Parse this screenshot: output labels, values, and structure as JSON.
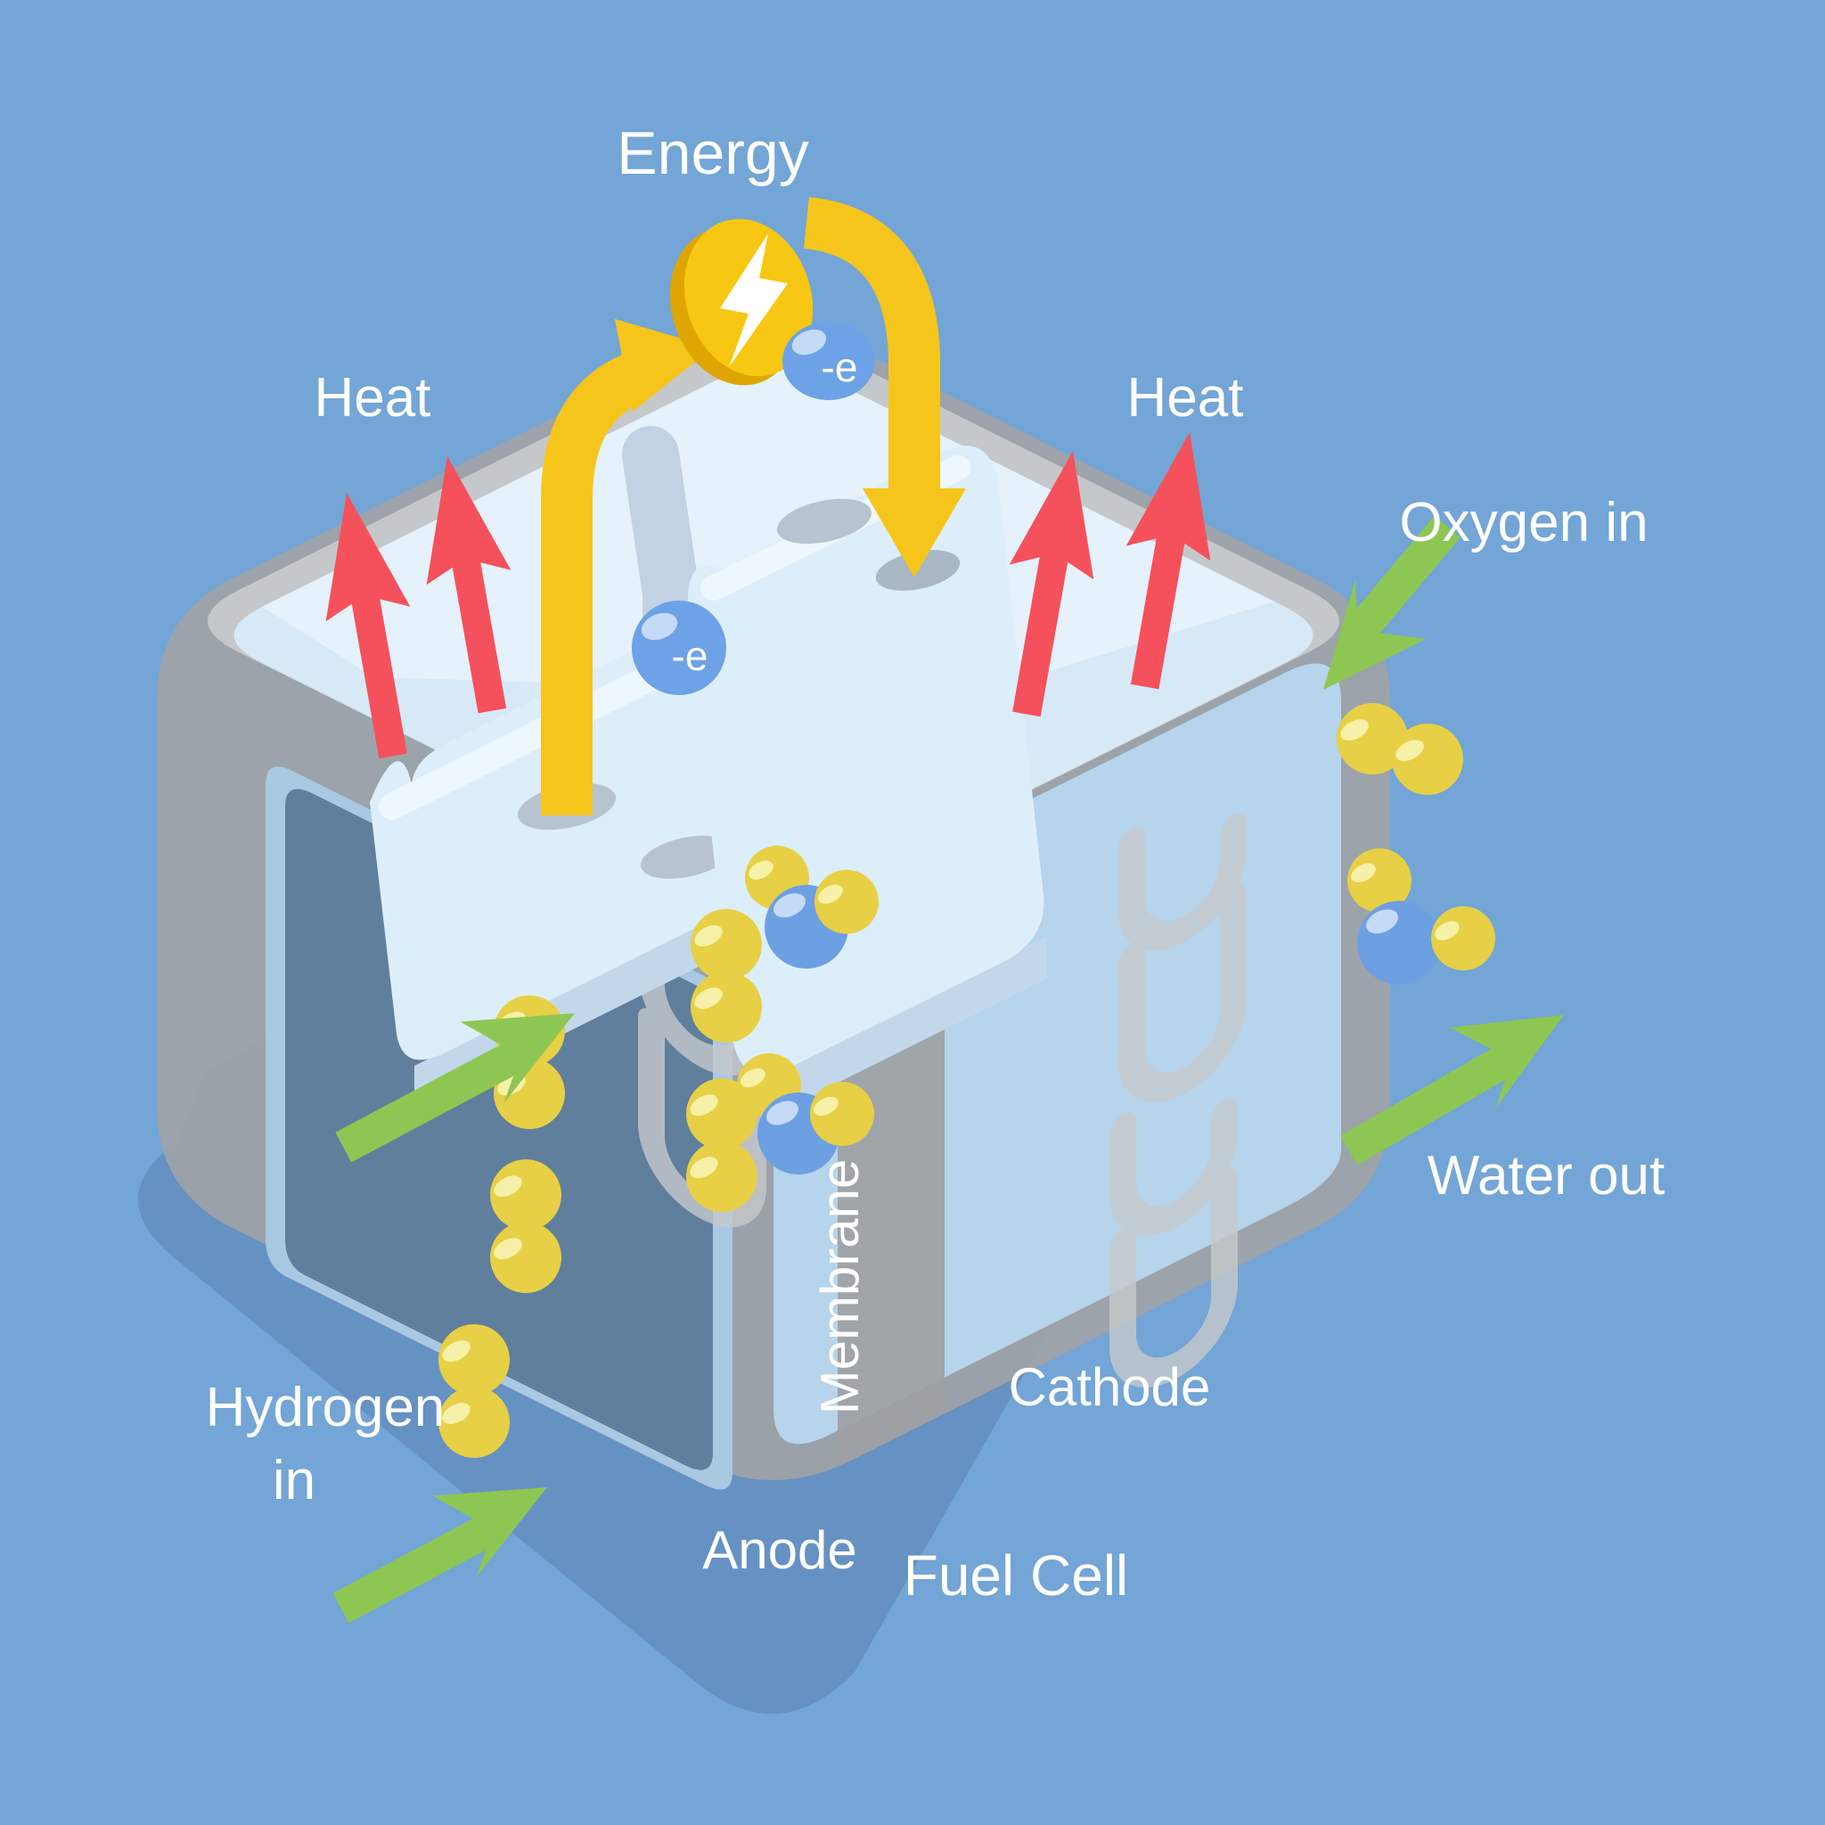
{
  "labels": {
    "energy": "Energy",
    "heat_left": "Heat",
    "heat_right": "Heat",
    "oxygen_in": "Oxygen in",
    "water_out": "Water out",
    "hydrogen_line1": "Hydrogen",
    "hydrogen_line2": "in",
    "anode": "Anode",
    "membrane": "Membrane",
    "cathode": "Cathode",
    "fuel_cell": "Fuel Cell",
    "electron": "-e"
  },
  "icons": {
    "coin": "energy-coin-icon",
    "lightning": "lightning-bolt-icon",
    "heat_arrows": "red-up-arrow-icon",
    "flow_arrows": "green-flow-arrow-icon",
    "energy_path": "yellow-energy-arrow-icon",
    "electron_ball": "electron-sphere-icon",
    "hydrogen_molecule": "yellow-sphere-pair-icon",
    "water_molecule": "blue-yellow-water-molecule-icon"
  },
  "colors": {
    "background": "#73a5d6",
    "shadow": "#6691c3",
    "shell_gray": "#a0a3a6",
    "shell_rim_light": "#c6c9ca",
    "top_face": "#d7e9f7",
    "slab": "#ddeefb",
    "slab_highlight": "#eff7fe",
    "slab_side": "#c2d8ea",
    "hole": "#b7c3cf",
    "dark_panel": "#5f7f9c",
    "panel_border": "#a9c8e2",
    "front_right_face": "#b7d6ee",
    "membrane_band": "#9da0a3",
    "channel_gray": "#c6c9cc",
    "heat_red": "#f5515c",
    "energy_yellow": "#f6c51b",
    "coin_rim": "#dfa602",
    "flow_green": "#8ec654",
    "sphere_yellow": "#e7d045",
    "sphere_yellow_highlight": "#f7f0a8",
    "sphere_blue": "#6d9fe3",
    "sphere_blue_highlight": "#c4daf7",
    "text": "#ffffff"
  }
}
